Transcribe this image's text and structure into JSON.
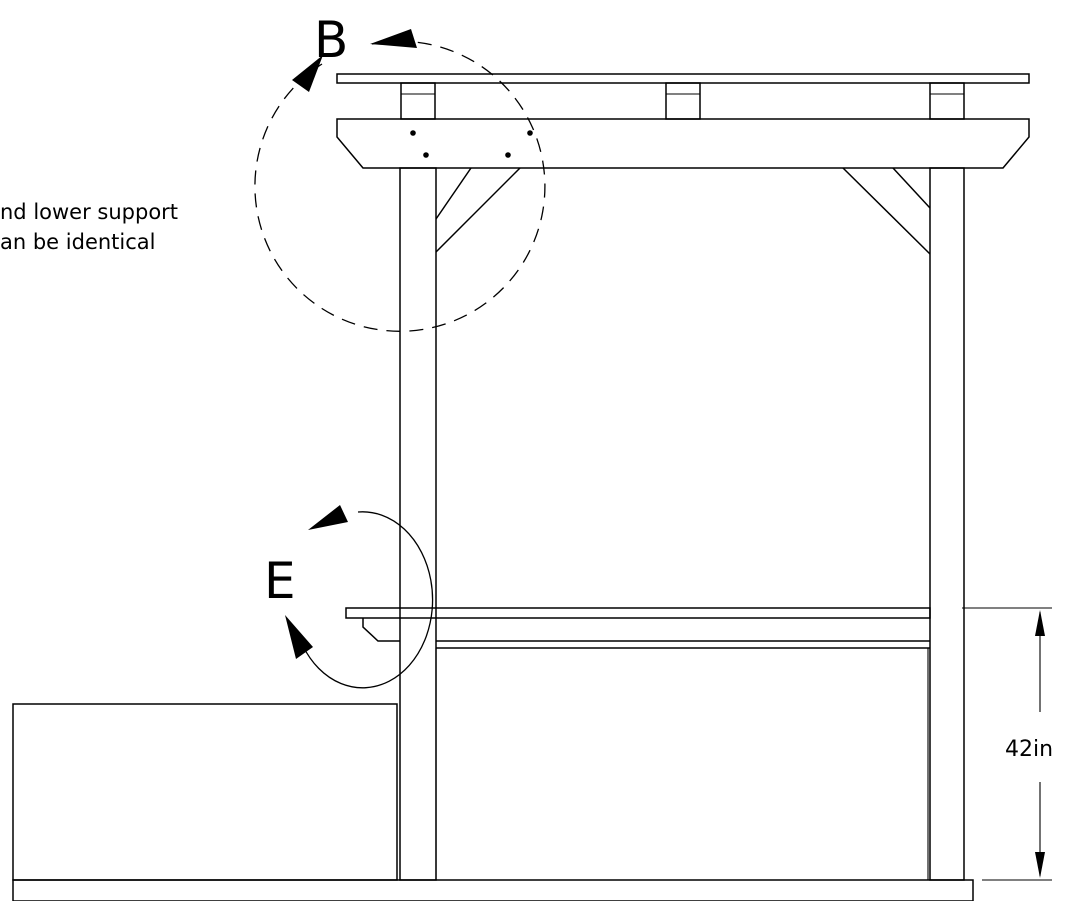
{
  "note": {
    "line1": "nd lower support",
    "line2": "an be identical"
  },
  "callouts": {
    "top_detail": "B",
    "lower_detail": "E"
  },
  "dimension": {
    "height_label": "42in"
  }
}
